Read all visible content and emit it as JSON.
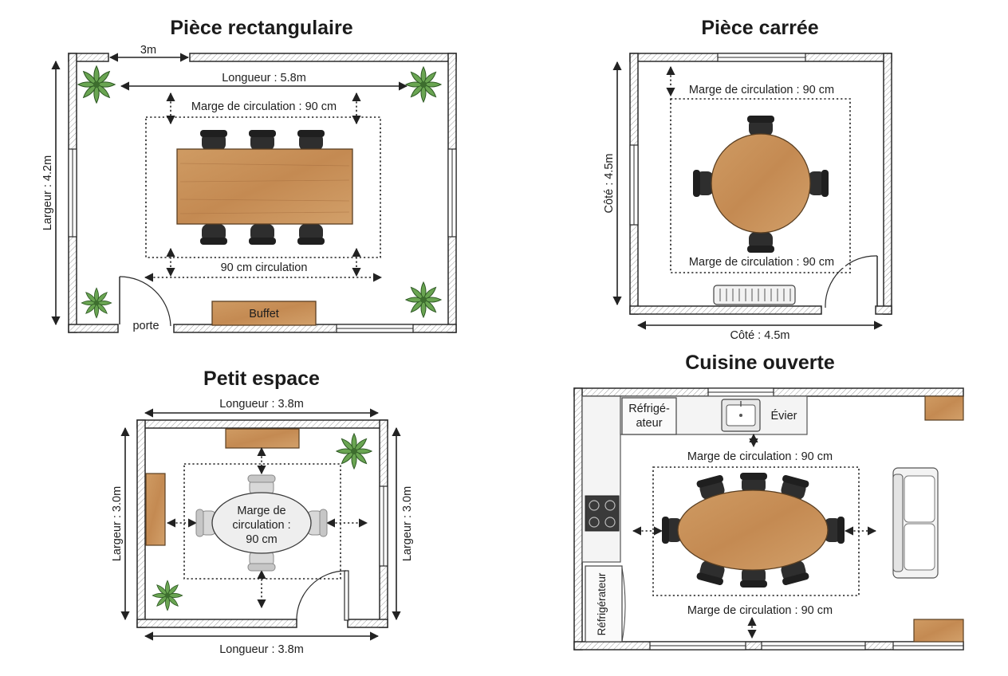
{
  "colors": {
    "wall": "#2a2a2a",
    "wood": "#c8935c",
    "chair": "#2e2e2e",
    "plant": "#5f9b4a",
    "light_chair": "#d9d9d9"
  },
  "rect_room": {
    "title": "Pièce rectangulaire",
    "door_width": "3m",
    "length": "Longueur : 5.8m",
    "width": "Largeur : 4.2m",
    "margin_top": "Marge de circulation : 90 cm",
    "margin_bottom": "90 cm circulation",
    "buffet": "Buffet",
    "door": "porte"
  },
  "square_room": {
    "title": "Pièce carrée",
    "side_left": "Côté : 4.5m",
    "side_bottom": "Côté : 4.5m",
    "margin_top": "Marge de circulation : 90 cm",
    "margin_bottom": "Marge de circulation : 90 cm"
  },
  "small_room": {
    "title": "Petit espace",
    "length_top": "Longueur : 3.8m",
    "length_bottom": "Longueur : 3.8m",
    "width_left": "Largeur : 3.0m",
    "width_right": "Largeur : 3.0m",
    "margin_line1": "Marge de",
    "margin_line2": "circulation :",
    "margin_line3": "90 cm"
  },
  "kitchen": {
    "title": "Cuisine ouverte",
    "fridge_line1": "Réfrigé-",
    "fridge_line2": "ateur",
    "sink": "Évier",
    "fridge_side": "Réfrigérateur",
    "margin_top": "Marge de circulation : 90 cm",
    "margin_bottom": "Marge de circulation : 90 cm"
  }
}
